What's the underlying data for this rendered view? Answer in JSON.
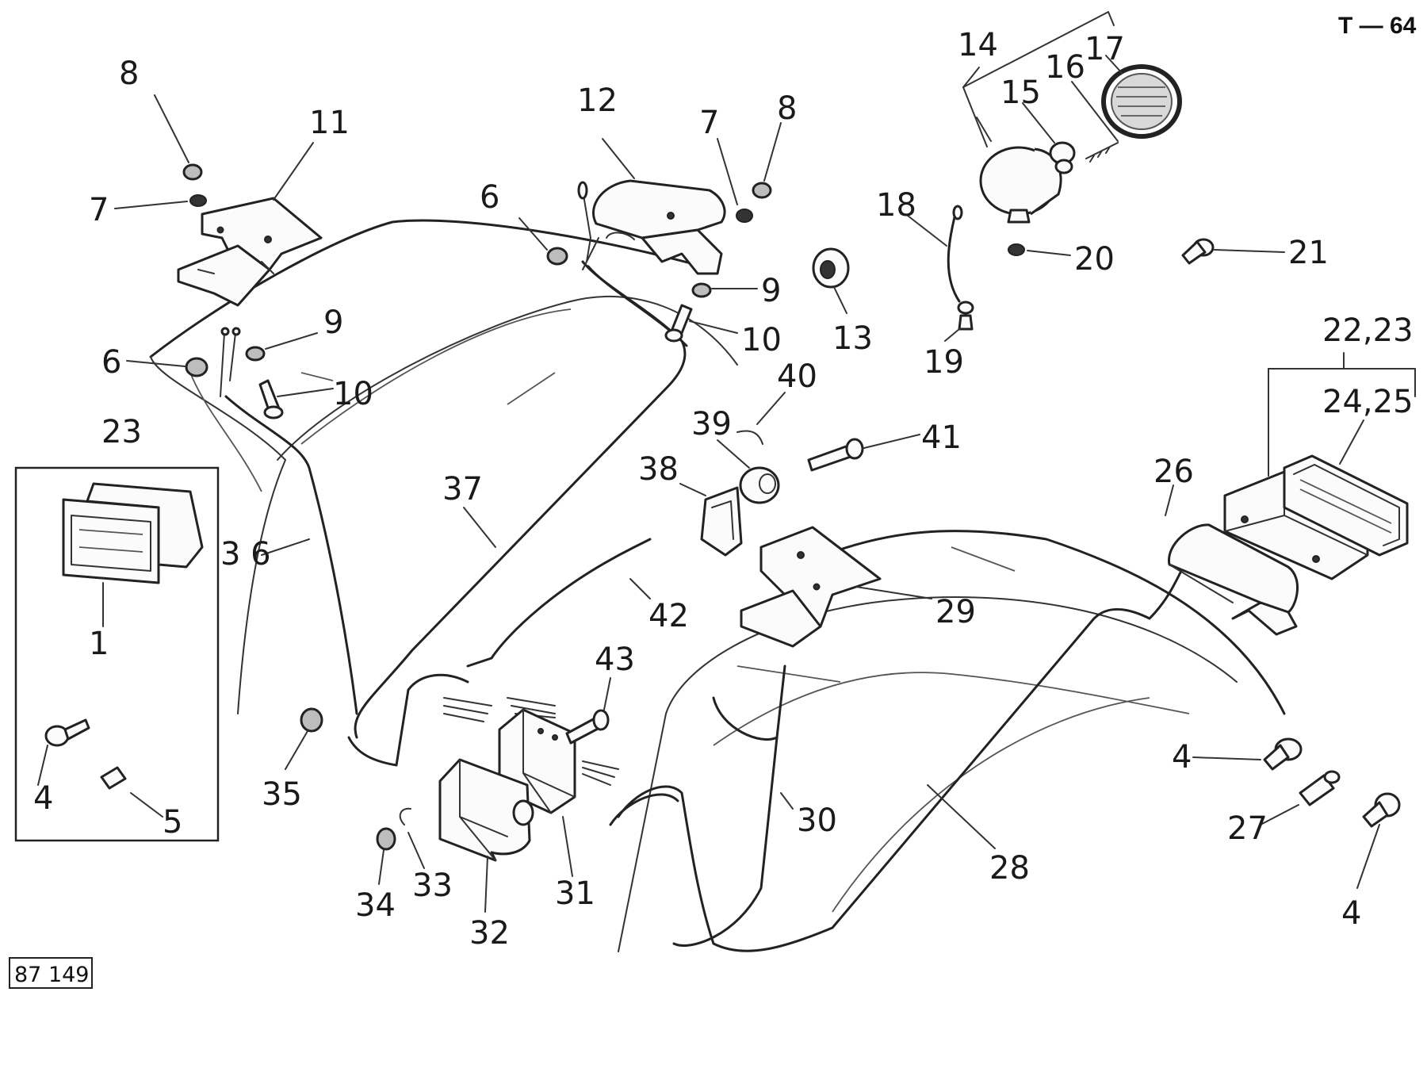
{
  "page_id": "T — 64",
  "figure_code": "87 149",
  "labels": {
    "n1": "1",
    "n4a": "4",
    "n4b": "4",
    "n4c": "4",
    "n5": "5",
    "n6a": "6",
    "n6b": "6",
    "n7a": "7",
    "n7b": "7",
    "n8a": "8",
    "n8b": "8",
    "n9a": "9",
    "n9b": "9",
    "n10a": "10",
    "n10b": "10",
    "n11": "11",
    "n12": "12",
    "n13": "13",
    "n14": "14",
    "n15": "15",
    "n16": "16",
    "n17": "17",
    "n18": "18",
    "n19": "19",
    "n20": "20",
    "n21": "21",
    "n22_23": "22,23",
    "n23": "23",
    "n24_25": "24,25",
    "n26": "26",
    "n27": "27",
    "n28": "28",
    "n29": "29",
    "n30": "30",
    "n31": "31",
    "n32": "32",
    "n33": "33",
    "n34": "34",
    "n35": "35",
    "n36": "3 6",
    "n37": "37",
    "n38": "38",
    "n39": "39",
    "n40": "40",
    "n41": "41",
    "n42": "42",
    "n43": "43"
  }
}
